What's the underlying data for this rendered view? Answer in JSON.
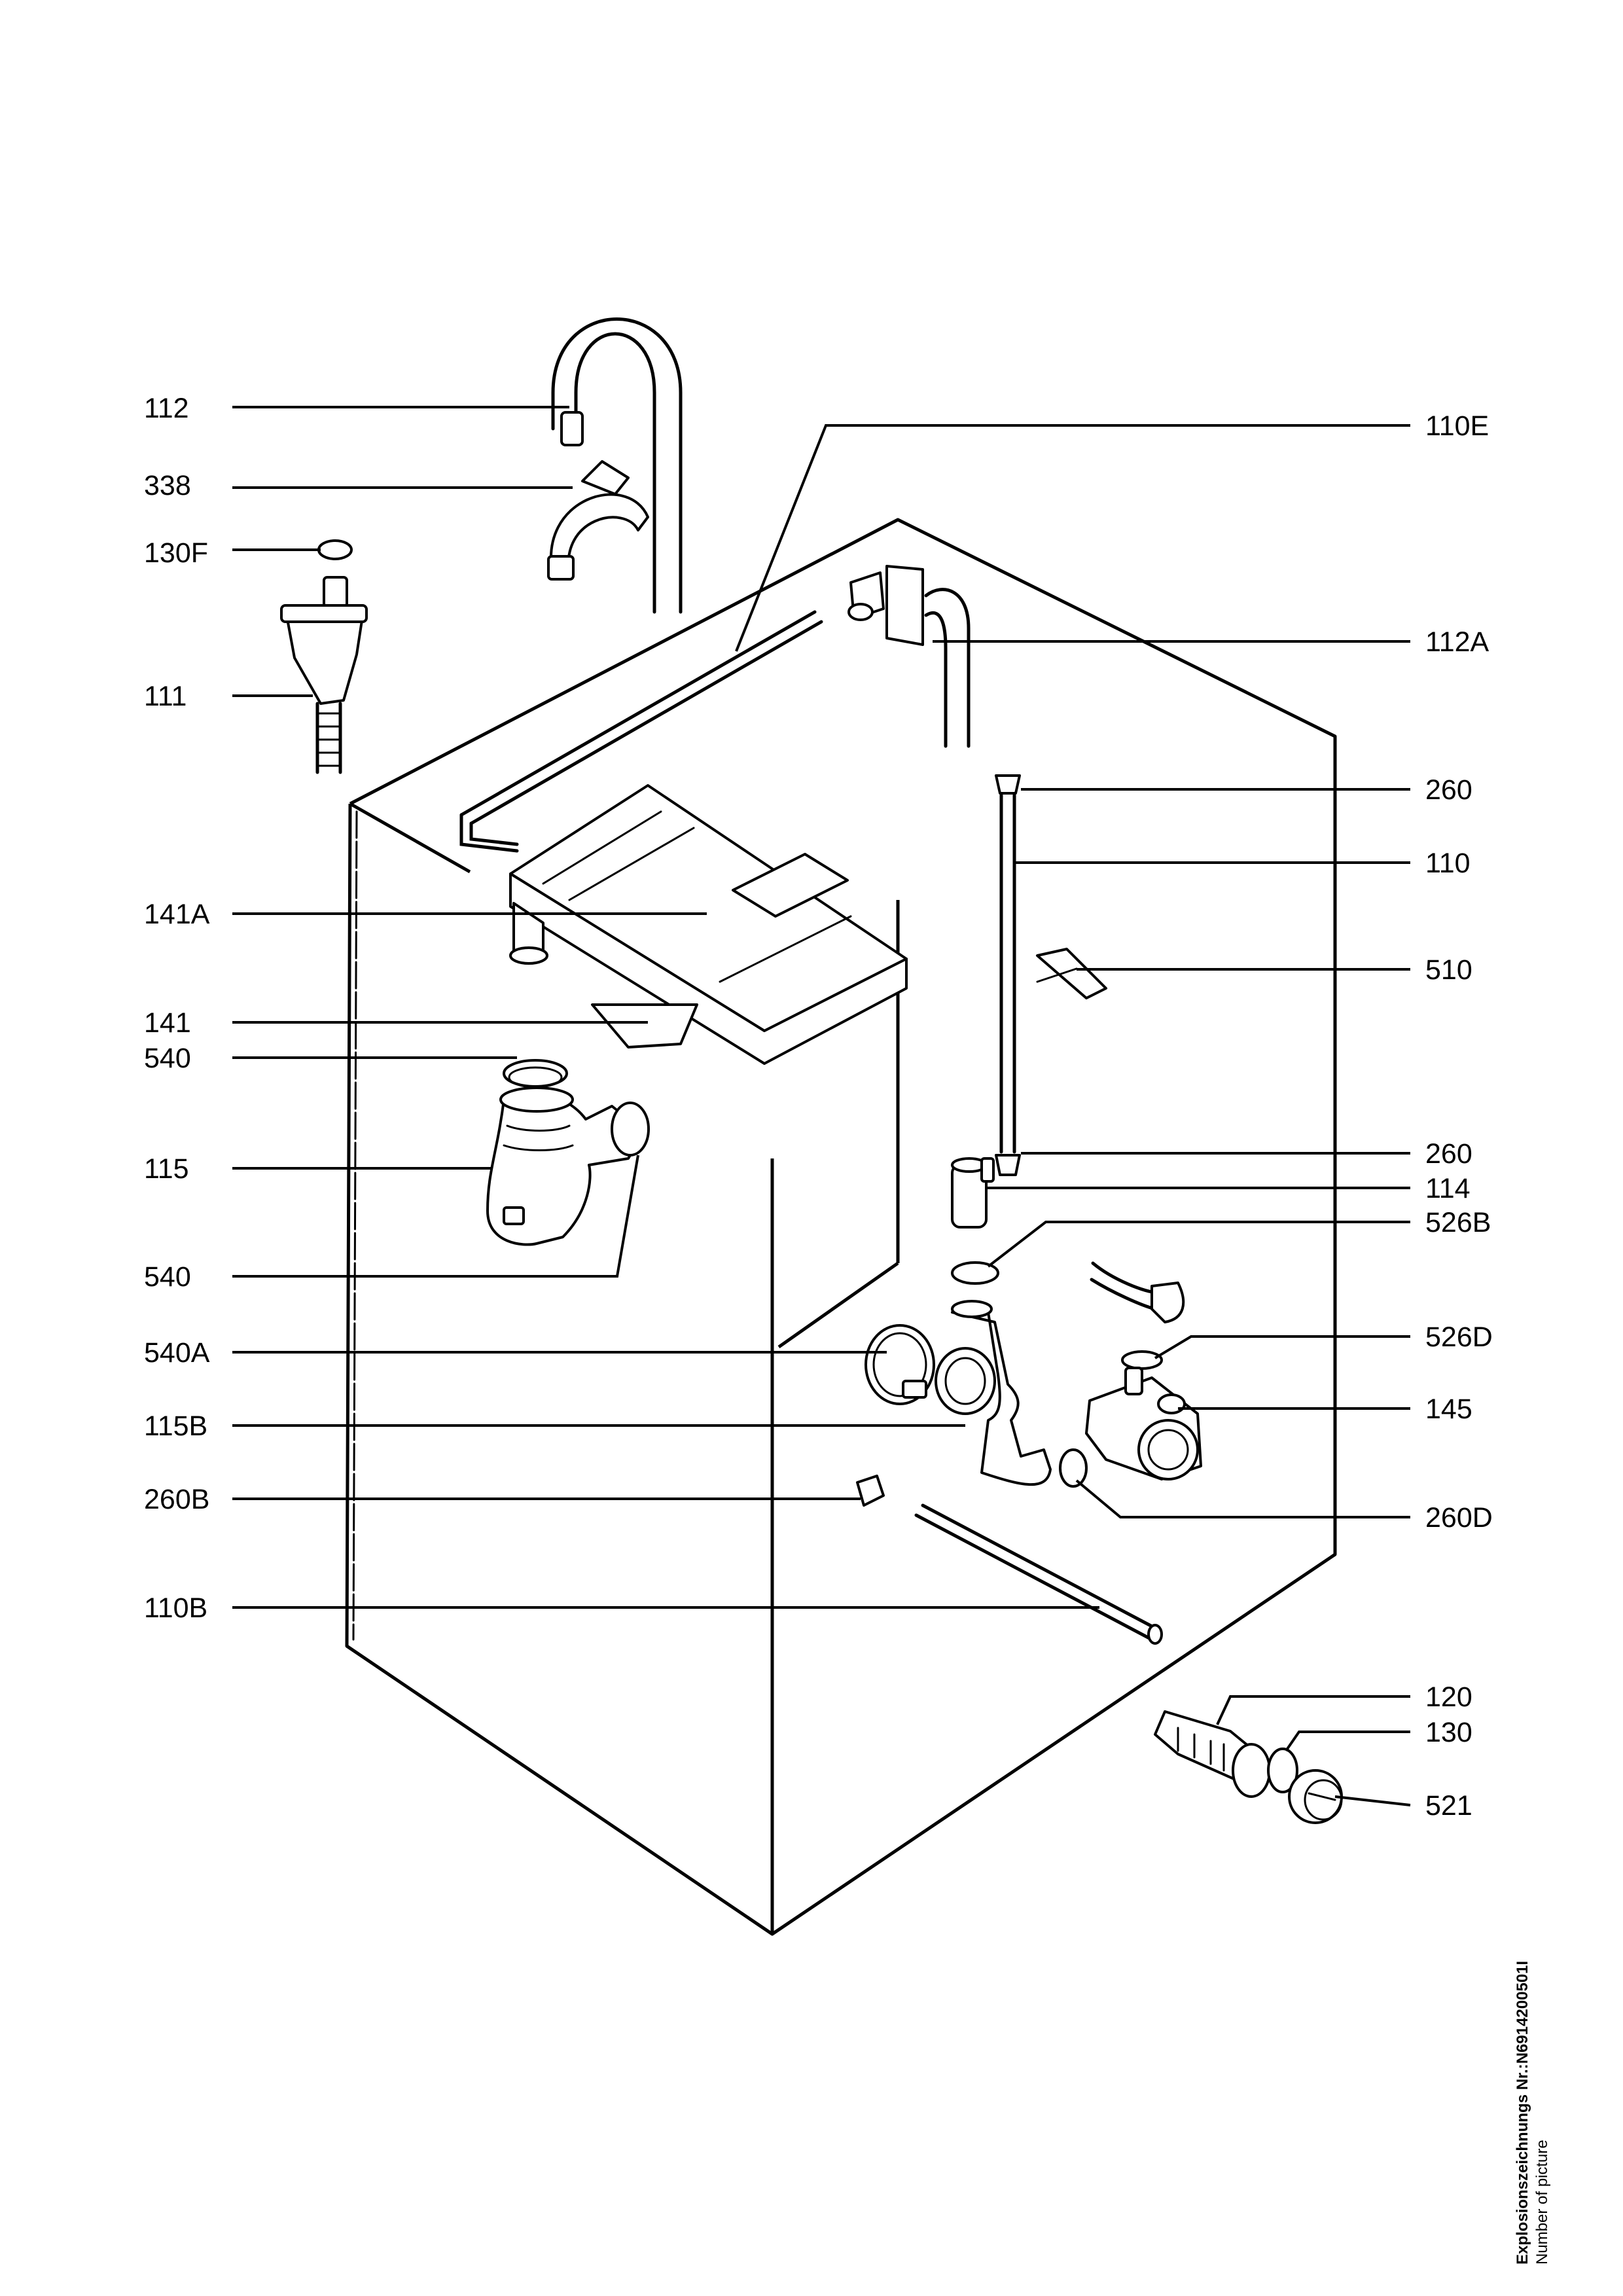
{
  "drawing": {
    "labels": {
      "l112": "112",
      "l338": "338",
      "l130F": "130F",
      "l111": "111",
      "l141A": "141A",
      "l141": "141",
      "l540a": "540",
      "l115": "115",
      "l540b": "540",
      "l540A": "540A",
      "l115B": "115B",
      "l260B": "260B",
      "l110B": "110B",
      "l110E": "110E",
      "l112A": "112A",
      "l260a": "260",
      "l110": "110",
      "l510": "510",
      "l260b": "260",
      "l114": "114",
      "l526B": "526B",
      "l526D": "526D",
      "l145": "145",
      "l260D": "260D",
      "l120": "120",
      "l130": "130",
      "l521": "521"
    },
    "footer": {
      "title": "Explosionszeichnungs Nr.:N6914200501I",
      "subtitle": "Number of picture"
    }
  }
}
